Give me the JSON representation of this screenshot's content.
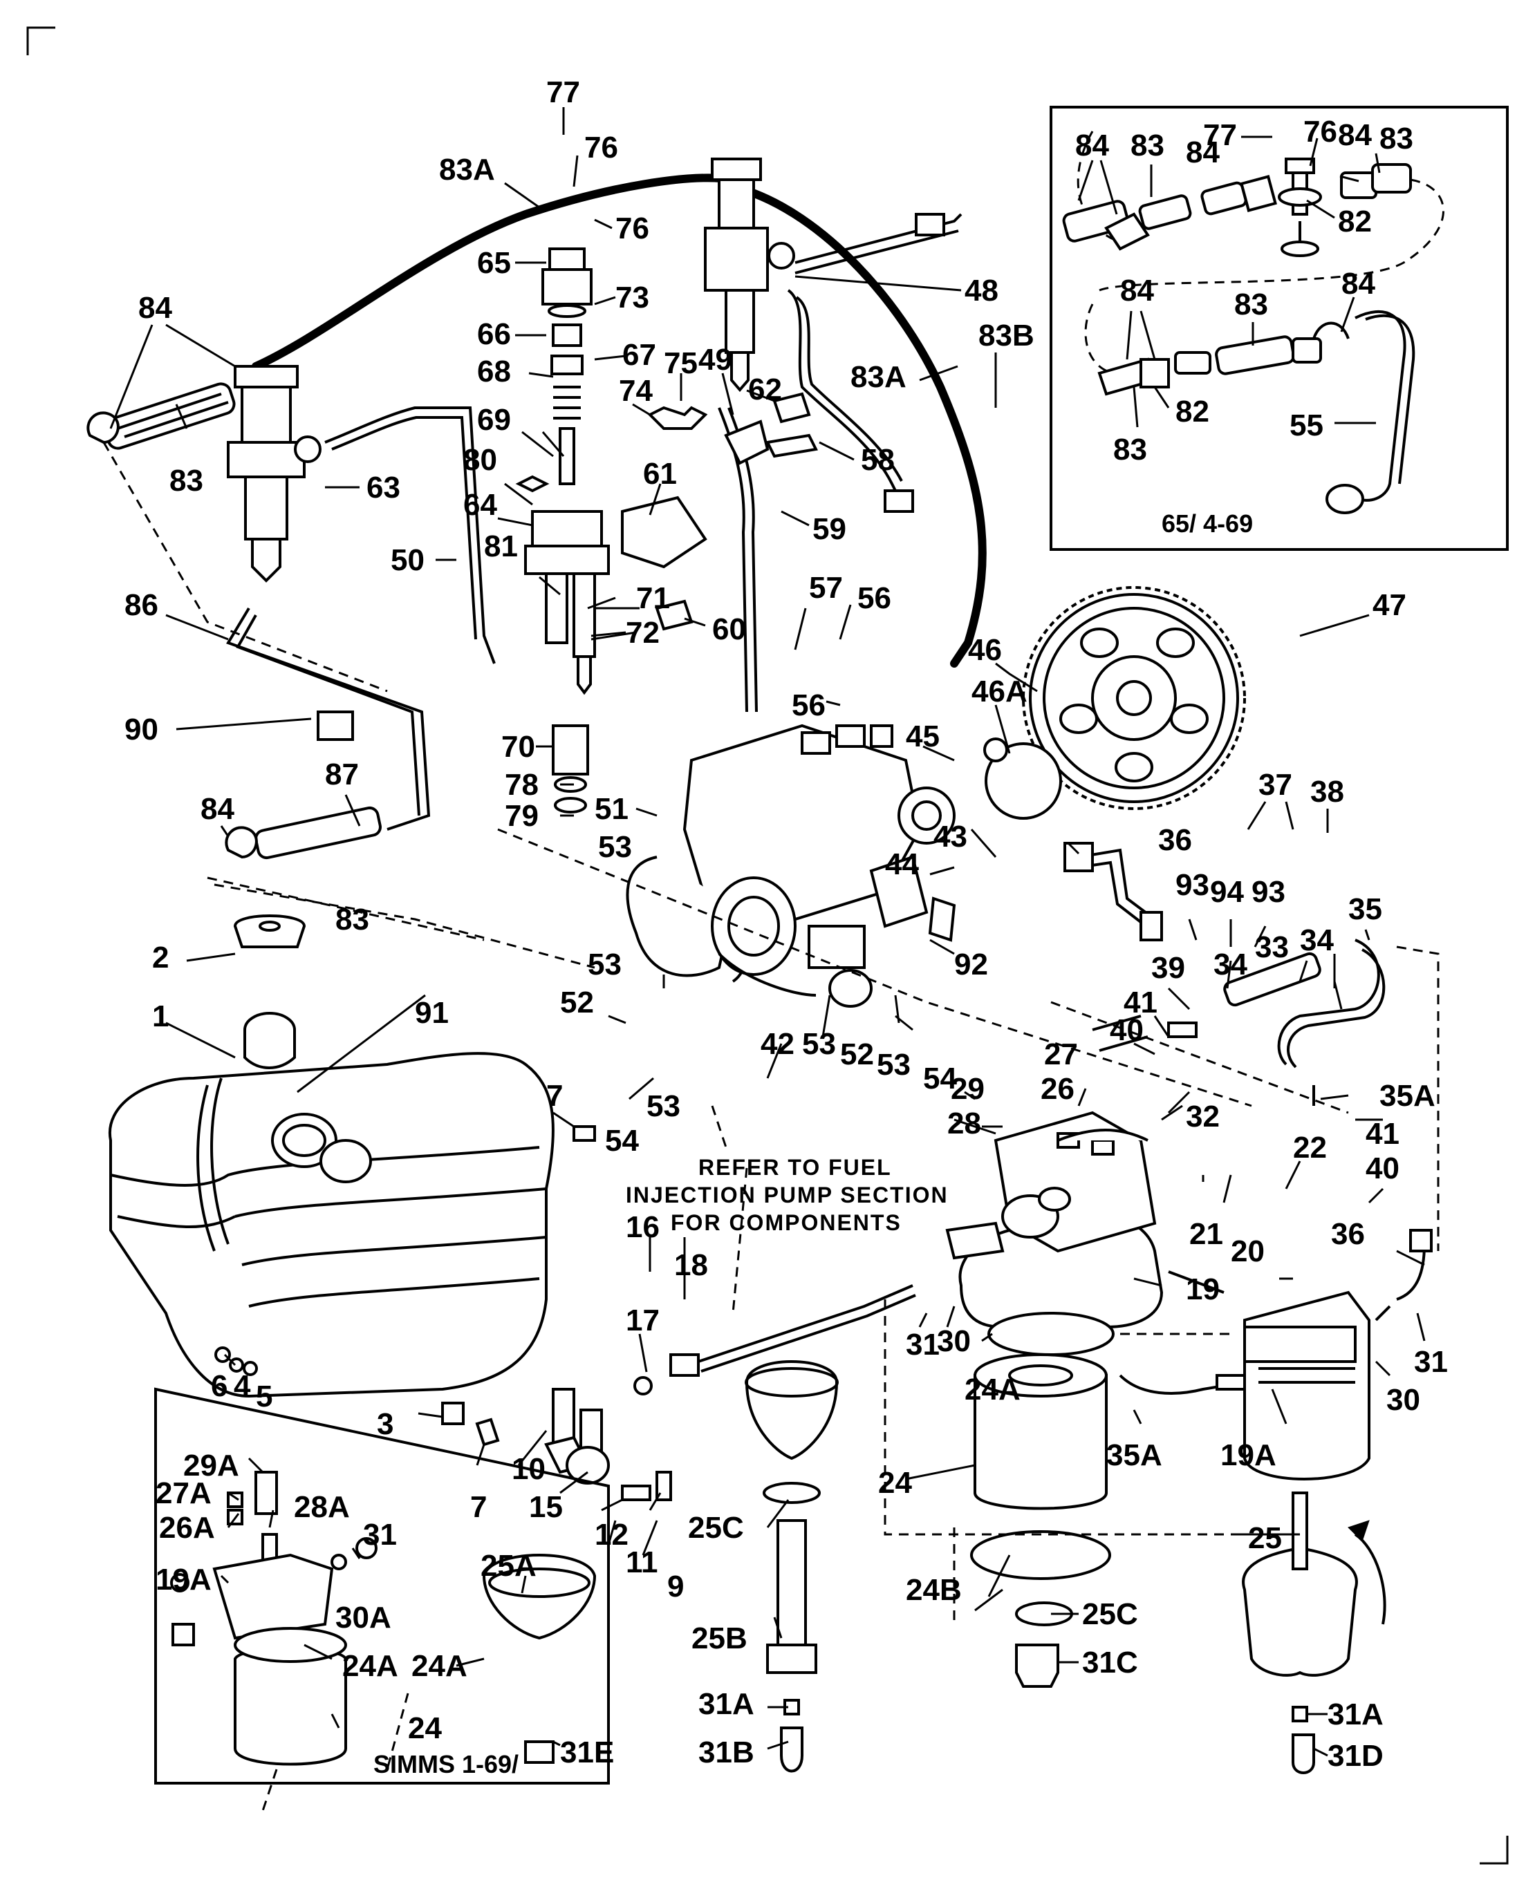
{
  "labels": {
    "l77": "77",
    "l76a": "76",
    "l83a_top": "83A",
    "l76b": "76",
    "l65": "65",
    "l73": "73",
    "l66": "66",
    "l67": "67",
    "l68": "68",
    "l75": "75",
    "l49": "49",
    "l74": "74",
    "l62": "62",
    "l48": "48",
    "l83b": "83B",
    "l83a_right": "83A",
    "l69": "69",
    "l58": "58",
    "l80": "80",
    "l61": "61",
    "l64": "64",
    "l59": "59",
    "l84_left": "84",
    "l83_left": "83",
    "l63": "63",
    "l50": "50",
    "l81": "81",
    "l71": "71",
    "l72": "72",
    "l60": "60",
    "l86": "86",
    "l57": "57",
    "l56a": "56",
    "l56b": "56",
    "l46": "46",
    "l46a": "46A",
    "l47": "47",
    "l90": "90",
    "l70": "70",
    "l45": "45",
    "l87": "87",
    "l78": "78",
    "l51": "51",
    "l84_mid": "84",
    "l79": "79",
    "l53a": "53",
    "l37": "37",
    "l38": "38",
    "l43": "43",
    "l36": "36",
    "l44": "44",
    "l83_mid": "83",
    "l93a": "93",
    "l94": "94",
    "l93b": "93",
    "l35": "35",
    "l2": "2",
    "l92": "92",
    "l33": "33",
    "l34a": "34",
    "l53b": "53",
    "l34b": "34",
    "l39": "39",
    "l52a": "52",
    "l1": "1",
    "l91": "91",
    "l41a": "41",
    "l42": "42",
    "l53c": "53",
    "l52b": "52",
    "l53d": "53",
    "l40a": "40",
    "l27": "27",
    "l7a": "7",
    "l53e": "53",
    "l54a": "54",
    "l29": "29",
    "l26": "26",
    "l35a": "35A",
    "l32": "32",
    "l28": "28",
    "l41b": "41",
    "l54b": "54",
    "l22": "22",
    "l40b": "40",
    "l21": "21",
    "l20": "20",
    "l16": "16",
    "l18": "18",
    "l36b": "36",
    "l19": "19",
    "l17": "17",
    "l31a": "31",
    "l30a": "30",
    "l31b": "31",
    "l24a_mid": "24A",
    "l6": "6",
    "l4": "4",
    "l5": "5",
    "l30b": "30",
    "l3": "3",
    "l35a_b": "35A",
    "l19a": "19A",
    "l29a": "29A",
    "l10": "10",
    "l7b": "7",
    "l24": "24",
    "l27a": "27A",
    "l28a": "28A",
    "l15": "15",
    "l25c_a": "25C",
    "l26a": "26A",
    "l31c": "31",
    "l12": "12",
    "l11": "11",
    "l25": "25",
    "l19a_box": "19A",
    "l9": "9",
    "l25a": "25A",
    "l30a_box": "30A",
    "l24b": "24B",
    "l25c_b": "25C",
    "l24a_box": "24A",
    "l24a_box2": "24A",
    "l25b": "25B",
    "l31c_b": "31C",
    "l31a_a": "31A",
    "l24_box": "24",
    "l31e": "31E",
    "l31a_b": "31A",
    "l31b_a": "31B",
    "l31d": "31D",
    "i84a": "84",
    "i83a": "83",
    "i77": "77",
    "i76": "76",
    "i84b": "84",
    "i84c": "84",
    "i83b": "83",
    "i82a": "82",
    "i84d": "84",
    "i83c": "83",
    "i84e": "84",
    "i82b": "82",
    "i83d": "83",
    "i55": "55"
  },
  "captions": {
    "refer_line1": "REFER TO FUEL",
    "refer_line2": "INJECTION PUMP SECTION",
    "refer_line3": "FOR COMPONENTS",
    "inset_note": "65/ 4-69",
    "simms_note": "SIMMS 1-69/"
  }
}
